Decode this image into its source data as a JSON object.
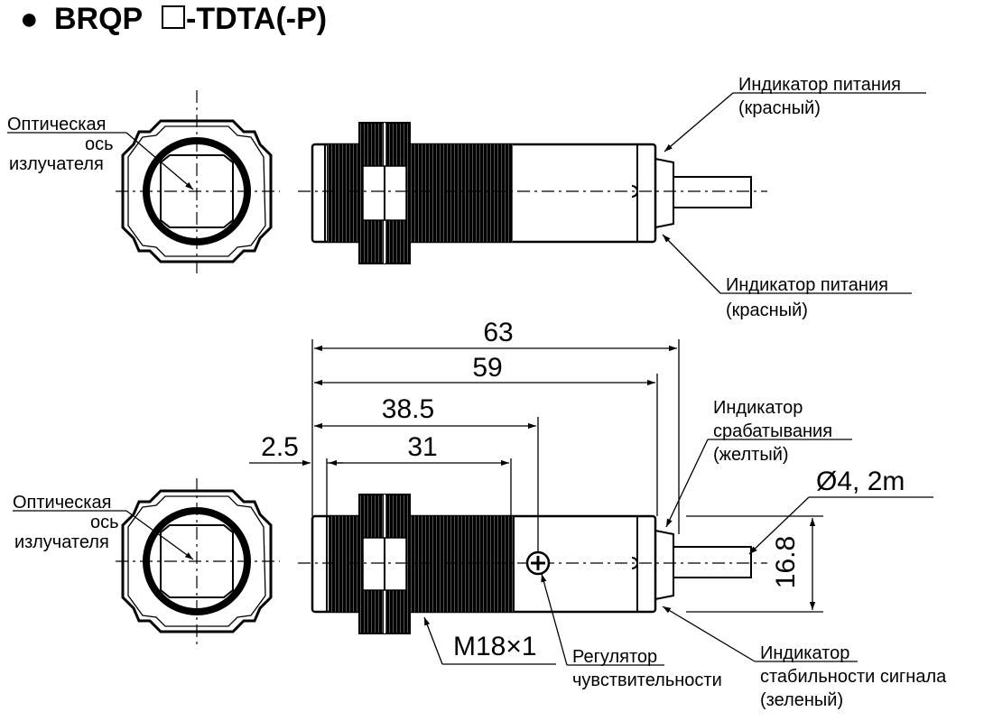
{
  "title": {
    "bullet": "●",
    "prefix": "BRQP",
    "suffix": "-TDTA(-P)"
  },
  "top_view": {
    "emitter_axis_label": [
      "Оптическая",
      "ось",
      "излучателя"
    ],
    "power_indicator_top": [
      "Индикатор питания",
      "(красный)"
    ],
    "power_indicator_bottom": [
      "Индикатор питания",
      "(красный)"
    ]
  },
  "bottom_view": {
    "emitter_axis_label": [
      "Оптическая",
      "ось",
      "излучателя"
    ],
    "dimensions": {
      "overall": "63",
      "body": "59",
      "adjuster": "38.5",
      "thread": "31",
      "front": "2.5",
      "height": "16.8",
      "cable": "Ø4, 2m",
      "thread_spec": "M18×1"
    },
    "operation_indicator": [
      "Индикатор",
      "срабатывания",
      "(желтый)"
    ],
    "sensitivity_adjuster": [
      "Регулятор",
      "чувствительности"
    ],
    "stability_indicator": [
      "Индикатор",
      "стабильности сигнала",
      "(зеленый)"
    ]
  }
}
